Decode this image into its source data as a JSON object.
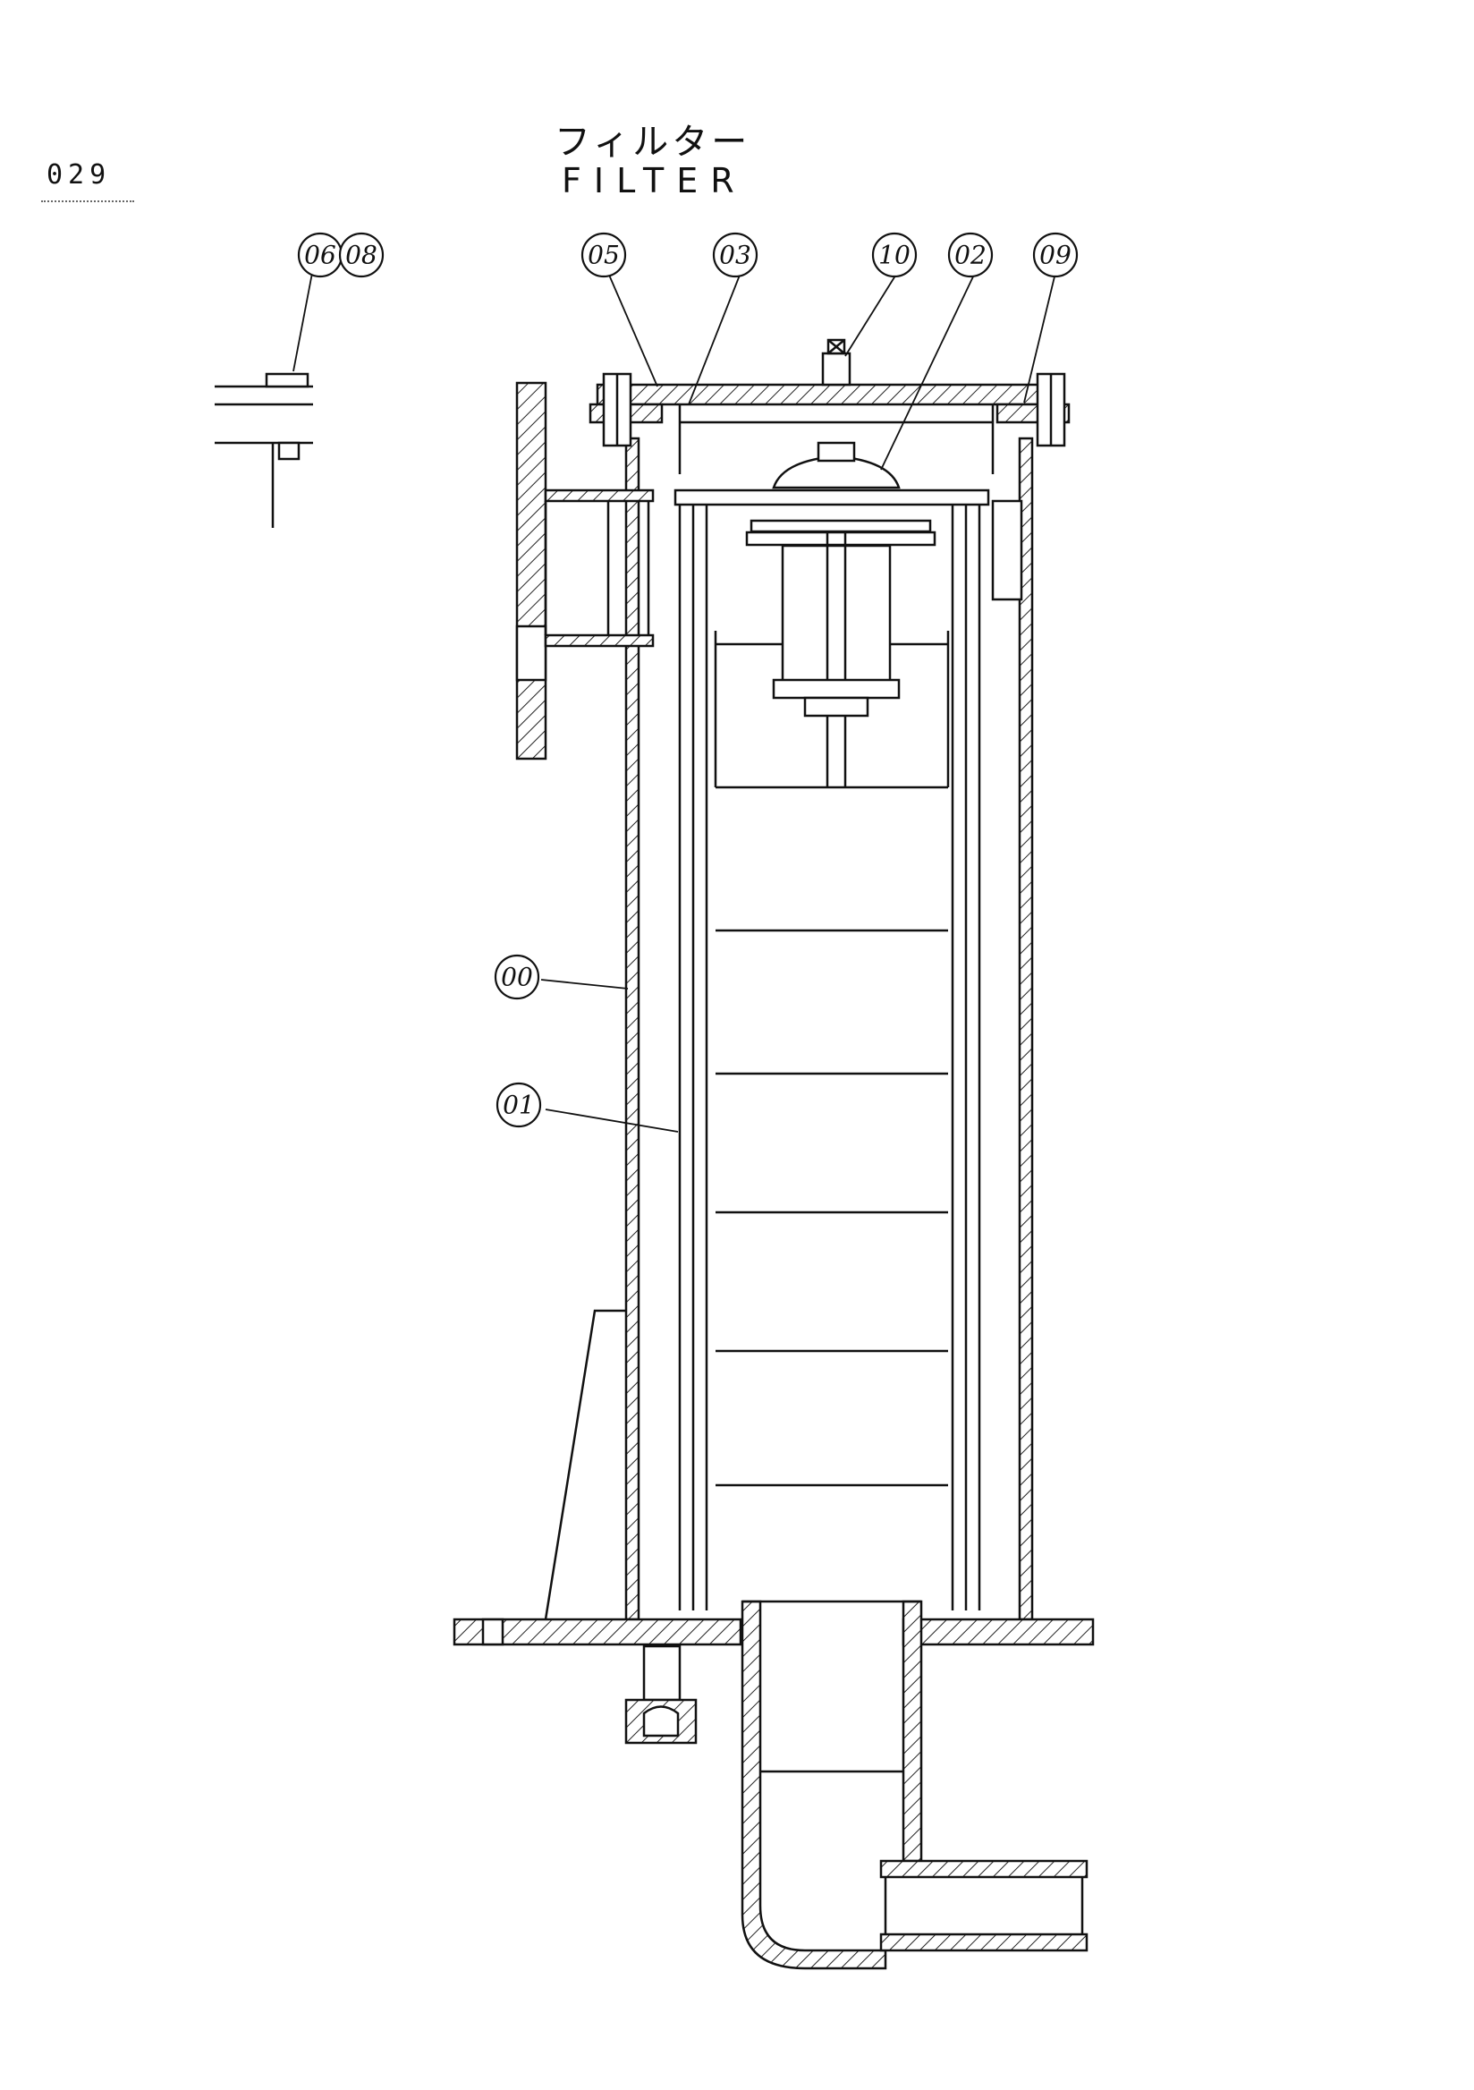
{
  "page_number": "029",
  "title": {
    "japanese": "フィルター",
    "english": "FILTER"
  },
  "callouts": [
    {
      "id": "c06",
      "label": "06"
    },
    {
      "id": "c08",
      "label": "08"
    },
    {
      "id": "c05",
      "label": "05"
    },
    {
      "id": "c03",
      "label": "03"
    },
    {
      "id": "c10",
      "label": "10"
    },
    {
      "id": "c02",
      "label": "02"
    },
    {
      "id": "c09",
      "label": "09"
    },
    {
      "id": "c00",
      "label": "00"
    },
    {
      "id": "c01",
      "label": "01"
    }
  ]
}
